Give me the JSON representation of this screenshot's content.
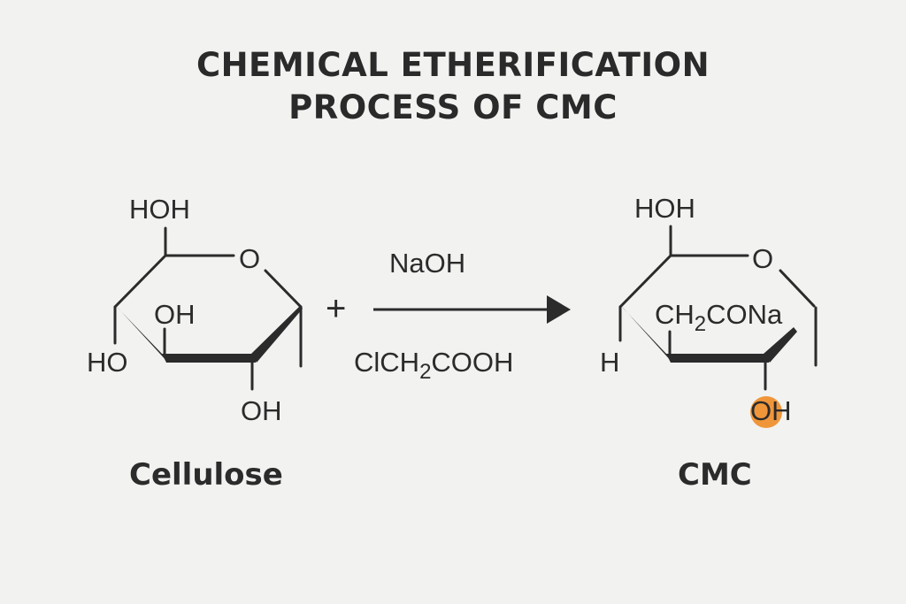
{
  "title": {
    "line1": "CHEMICAL ETHERIFICATION",
    "line2": "PROCESS OF CMC"
  },
  "reactant": {
    "name": "Cellulose",
    "labels": {
      "top": "HOH",
      "ring_o": "O",
      "inner": "OH",
      "left": "HO",
      "bottom": "OH"
    }
  },
  "plus_sign": "+",
  "reagents": {
    "above_arrow": "NaOH",
    "below_arrow_pre": "ClCH",
    "below_arrow_sub": "2",
    "below_arrow_post": "COOH"
  },
  "product": {
    "name": "CMC",
    "labels": {
      "top": "HOH",
      "ring_o": "O",
      "inner_pre": "CH",
      "inner_sub": "2",
      "inner_post": "CONa",
      "left": "H",
      "bottom": "OH"
    },
    "highlight_color": "#F0963A"
  }
}
